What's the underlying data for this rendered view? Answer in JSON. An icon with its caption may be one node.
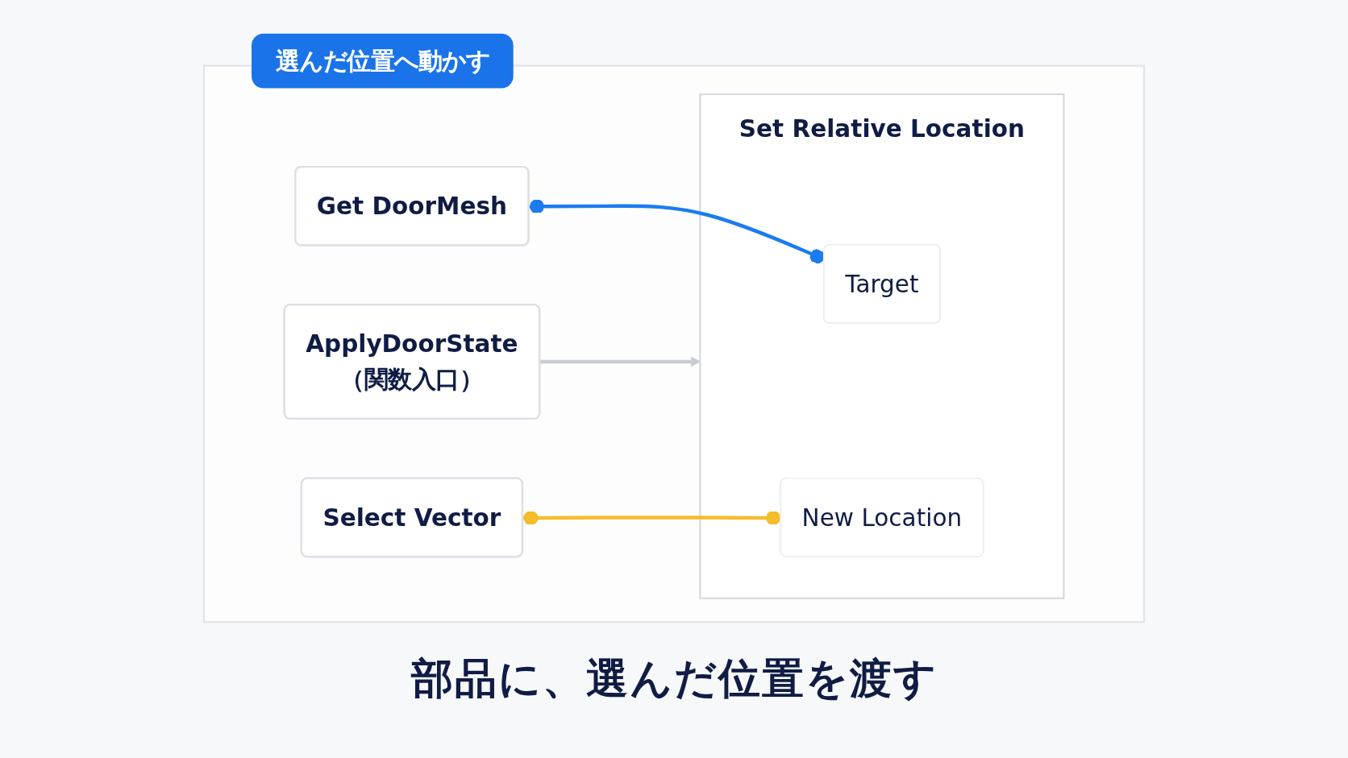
{
  "diagram": {
    "caption": "部品に、選んだ位置を渡す",
    "nodes": [
      {
        "text": [
          "選んだ位置へ動かす"
        ]
      },
      {
        "text": [
          "ApplyDoorState",
          "（関数入口）"
        ],
        "in": 0
      },
      {
        "text": [
          "Set Relative Location"
        ],
        "in": 0
      },
      {
        "text": [
          "Target"
        ],
        "in": 2
      },
      {
        "text": [
          "New Location"
        ],
        "in": 2
      },
      {
        "text": [
          "Get DoorMesh"
        ],
        "in": 0
      },
      {
        "text": [
          "Select Vector"
        ],
        "in": 0
      }
    ],
    "edges": [
      {
        "from": 1,
        "to": 2,
        "arrow": "to",
        "color": "#c9cdd3"
      },
      {
        "from": 5,
        "to": 3,
        "arrow": "other",
        "color": "#1a7cf0"
      },
      {
        "from": 6,
        "to": 4,
        "arrow": "other",
        "color": "#f5bd2a"
      }
    ]
  }
}
